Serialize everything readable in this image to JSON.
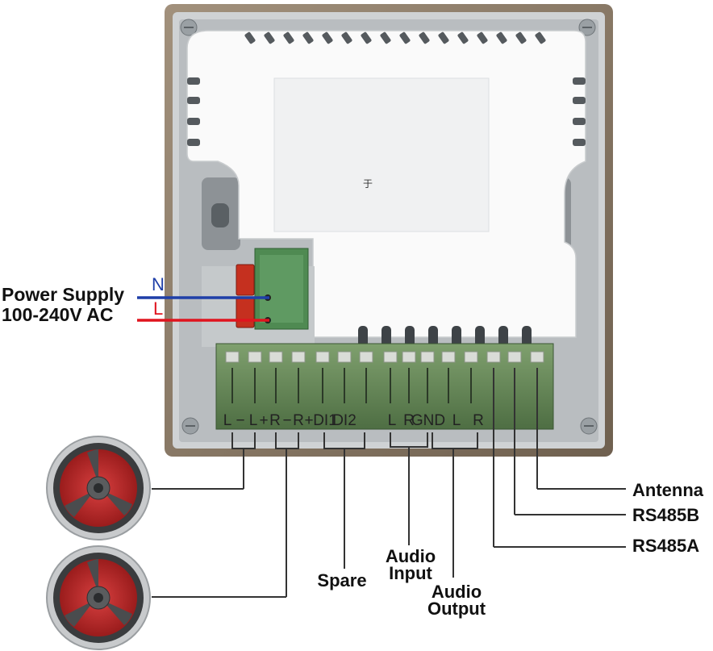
{
  "diagram": {
    "power_supply": {
      "line1": "Power Supply",
      "line2": "100-240V AC",
      "wire_n": "N",
      "wire_l": "L"
    },
    "terminal_labels": [
      "L",
      "−",
      "L",
      "+",
      "R",
      "−",
      "R",
      "+",
      "DI1",
      "DI2",
      "L",
      "R",
      "GND",
      "L",
      "R"
    ],
    "center_glyph": "于",
    "callouts": {
      "spare": "Spare",
      "audio_input_line1": "Audio",
      "audio_input_line2": "Input",
      "audio_output_line1": "Audio",
      "audio_output_line2": "Output",
      "antenna": "Antenna",
      "rs485b": "RS485B",
      "rs485a": "RS485A"
    },
    "colors": {
      "wire_n": "#1f3fa8",
      "wire_l": "#e0141e",
      "frame": "#8a7a66",
      "housing": "#ffffff",
      "connector_green": "#4f8a52",
      "terminal_block": "#6c8f5e",
      "speaker_cone": "#c62a2a"
    }
  }
}
